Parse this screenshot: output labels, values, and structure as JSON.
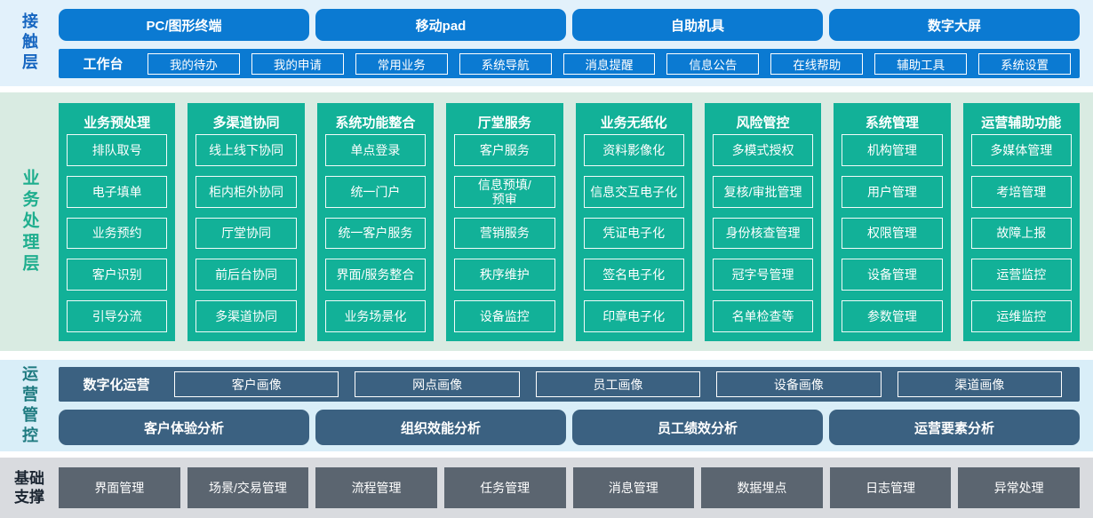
{
  "colors": {
    "primary_blue": "#0b7ad2",
    "label_blue": "#1565c0",
    "teal_green": "#12b198",
    "label_green": "#1fae8e",
    "slate_blue": "#3b6181",
    "label_teal": "#1e7a80",
    "steel_gray": "#5b6570",
    "band1_bg": "#e2f1fb",
    "band2_bg": "#d9ebe2",
    "band3_bg": "#d9eef8",
    "band4_bg": "#d9dbdf"
  },
  "contact_layer": {
    "label": "接触层",
    "terminals": [
      "PC/图形终端",
      "移动pad",
      "自助机具",
      "数字大屏"
    ],
    "workbench": {
      "label": "工作台",
      "items": [
        "我的待办",
        "我的申请",
        "常用业务",
        "系统导航",
        "消息提醒",
        "信息公告",
        "在线帮助",
        "辅助工具",
        "系统设置"
      ]
    }
  },
  "business_layer": {
    "label": "业务处理层",
    "columns": [
      {
        "title": "业务预处理",
        "items": [
          "排队取号",
          "电子填单",
          "业务预约",
          "客户识别",
          "引导分流"
        ]
      },
      {
        "title": "多渠道协同",
        "items": [
          "线上线下协同",
          "柜内柜外协同",
          "厅堂协同",
          "前后台协同",
          "多渠道协同"
        ]
      },
      {
        "title": "系统功能整合",
        "items": [
          "单点登录",
          "统一门户",
          "统一客户服务",
          "界面/服务整合",
          "业务场景化"
        ]
      },
      {
        "title": "厅堂服务",
        "items": [
          "客户服务",
          "信息预填/\n预审",
          "营销服务",
          "秩序维护",
          "设备监控"
        ]
      },
      {
        "title": "业务无纸化",
        "items": [
          "资料影像化",
          "信息交互电子化",
          "凭证电子化",
          "签名电子化",
          "印章电子化"
        ]
      },
      {
        "title": "风险管控",
        "items": [
          "多模式授权",
          "复核/审批管理",
          "身份核查管理",
          "冠字号管理",
          "名单检查等"
        ]
      },
      {
        "title": "系统管理",
        "items": [
          "机构管理",
          "用户管理",
          "权限管理",
          "设备管理",
          "参数管理"
        ]
      },
      {
        "title": "运营辅助功能",
        "items": [
          "多媒体管理",
          "考培管理",
          "故障上报",
          "运营监控",
          "运维监控"
        ]
      }
    ]
  },
  "operations_layer": {
    "label": "运营管控",
    "digital_ops": {
      "label": "数字化运营",
      "items": [
        "客户画像",
        "网点画像",
        "员工画像",
        "设备画像",
        "渠道画像"
      ]
    },
    "analysis_items": [
      "客户体验分析",
      "组织效能分析",
      "员工绩效分析",
      "运营要素分析"
    ]
  },
  "foundation_layer": {
    "label": "基础\n支撑",
    "items": [
      "界面管理",
      "场景/交易管理",
      "流程管理",
      "任务管理",
      "消息管理",
      "数据埋点",
      "日志管理",
      "异常处理"
    ]
  }
}
